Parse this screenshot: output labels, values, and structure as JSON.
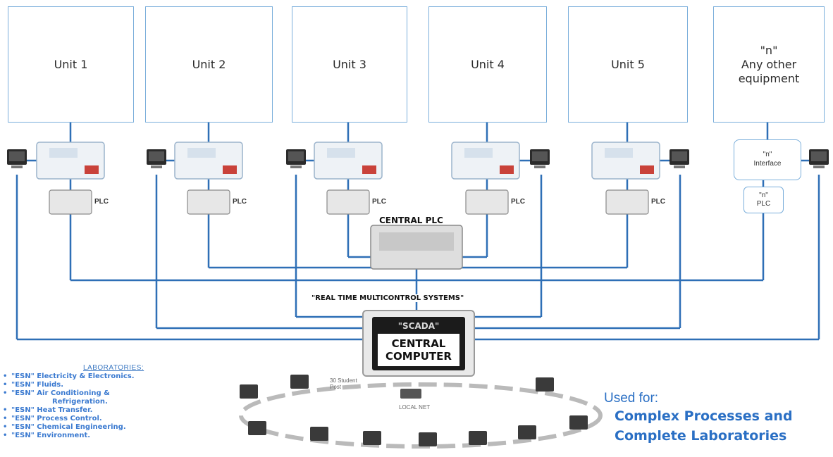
{
  "units": [
    {
      "label": "Unit 1"
    },
    {
      "label": "Unit 2"
    },
    {
      "label": "Unit 3"
    },
    {
      "label": "Unit 4"
    },
    {
      "label": "Unit 5"
    },
    {
      "label": "\"n\"\nAny other\nequipment"
    }
  ],
  "plc_label": "PLC",
  "n_interface": "\"n\"\nInterface",
  "n_plc": "\"n\"\nPLC",
  "central_plc": "CENTRAL PLC",
  "rtms": "\"REAL TIME MULTICONTROL SYSTEMS\"",
  "scada": {
    "title": "\"SCADA\"",
    "line1": "CENTRAL",
    "line2": "COMPUTER"
  },
  "network": {
    "local_net": "LOCAL NET",
    "student_post": "30 Student Post"
  },
  "laboratories": {
    "title": "LABORATORIES:",
    "items": [
      "\"ESN\" Electricity & Electronics.",
      "\"ESN\" Fluids.",
      "\"ESN\" Air Conditioning &",
      "\"ESN\" Heat Transfer.",
      "\"ESN\" Process Control.",
      "\"ESN\" Chemical Engineering.",
      "\"ESN\" Environment."
    ],
    "continuation": "Refrigeration."
  },
  "used_for": {
    "label": "Used for:",
    "line1": "Complex Processes and",
    "line2": "Complete Laboratories"
  },
  "colors": {
    "line": "#2e6fb6",
    "box_border": "#7aaedb",
    "accent_text": "#2a6fc4",
    "lab_text": "#3b7ad0"
  }
}
